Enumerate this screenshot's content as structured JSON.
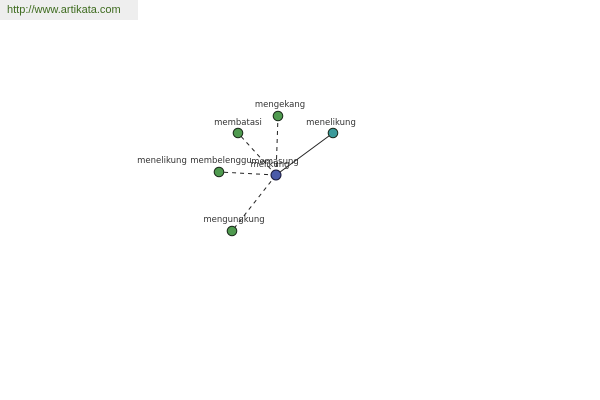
{
  "header": {
    "url": "http://www.artikata.com"
  },
  "graph": {
    "nodes": [
      {
        "id": "center",
        "label": "melikung",
        "color": "#4a5aa8",
        "text_color": "#2a2a8a"
      },
      {
        "id": "n1",
        "label": "mengekang",
        "color": "#4f9a4f"
      },
      {
        "id": "n2",
        "label": "membatasi",
        "color": "#4f9a4f"
      },
      {
        "id": "n3",
        "label": "menelikung",
        "color": "#3a9a9a"
      },
      {
        "id": "n4",
        "label": "menelikung",
        "color": "#4f9a4f"
      },
      {
        "id": "n5",
        "label": "membelenggu",
        "color": "#4f9a4f"
      },
      {
        "id": "n6",
        "label": "memasung",
        "color": "#4f9a4f"
      },
      {
        "id": "n7",
        "label": "mengungkung",
        "color": "#4f9a4f"
      }
    ],
    "edges": [
      {
        "from": "center",
        "to": "n1",
        "style": "dashed"
      },
      {
        "from": "center",
        "to": "n2",
        "style": "dashed"
      },
      {
        "from": "center",
        "to": "n3",
        "style": "solid"
      },
      {
        "from": "center",
        "to": "n5",
        "style": "dashed"
      },
      {
        "from": "center",
        "to": "n7",
        "style": "dashed"
      }
    ]
  }
}
